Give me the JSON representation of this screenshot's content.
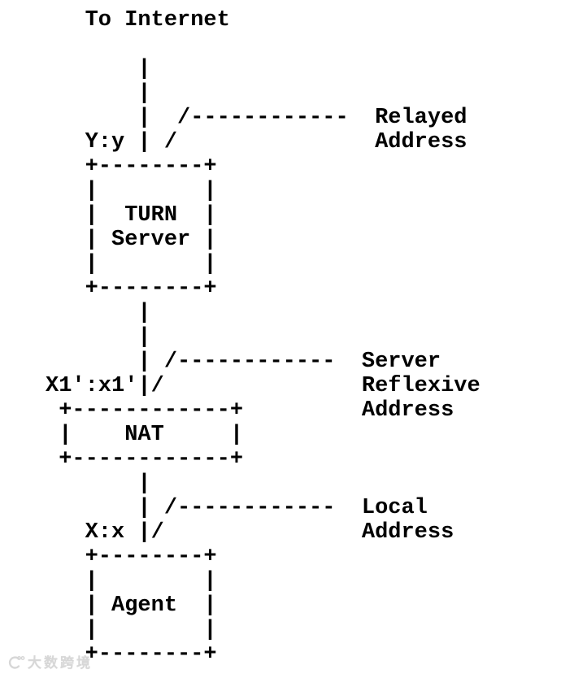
{
  "diagram": {
    "title": "To Internet",
    "ascii_lines": [
      "   To Internet",
      "",
      "       |",
      "       |",
      "       |  /------------  Relayed",
      "   Y:y | /               Address",
      "   +--------+",
      "   |        |",
      "   |  TURN  |",
      "   | Server |",
      "   |        |",
      "   +--------+",
      "       |",
      "       |",
      "       | /------------  Server",
      "X1':x1'|/               Reflexive",
      " +------------+         Address",
      " |    NAT     |",
      " +------------+",
      "       |",
      "       | /------------  Local",
      "   X:x |/               Address",
      "   +--------+",
      "   |        |",
      "   | Agent  |",
      "   |        |",
      "   +--------+"
    ],
    "nodes": [
      {
        "label": "TURN Server"
      },
      {
        "label": "NAT"
      },
      {
        "label": "Agent"
      }
    ],
    "addresses": [
      {
        "binding": "Y:y",
        "label": "Relayed Address"
      },
      {
        "binding": "X1':x1'",
        "label": "Server Reflexive Address"
      },
      {
        "binding": "X:x",
        "label": "Local Address"
      }
    ]
  },
  "watermark": {
    "text": "大数跨境"
  },
  "colors": {
    "text": "#000000",
    "background": "#ffffff",
    "watermark": "#d7d7d7"
  }
}
